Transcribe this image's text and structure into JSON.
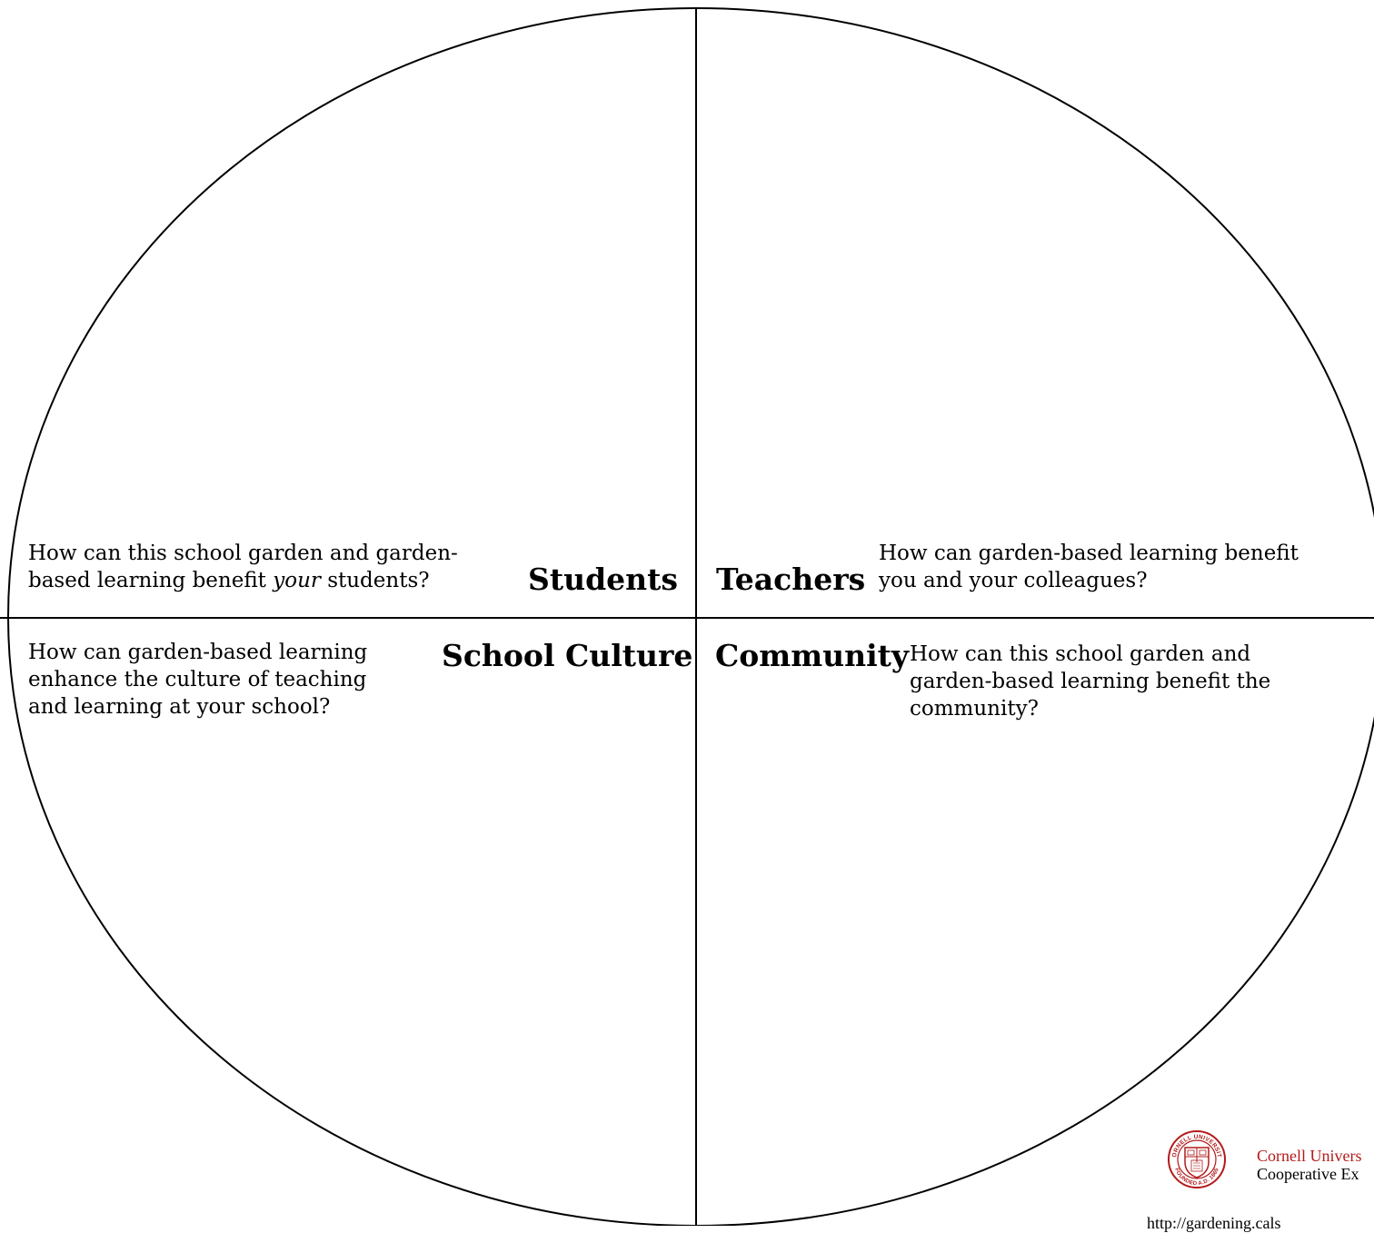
{
  "quadrants": {
    "students": {
      "heading": "Students",
      "question_before": "How can this school garden and garden-based learning benefit ",
      "question_emphasis": "your",
      "question_after": " students?"
    },
    "teachers": {
      "heading": "Teachers",
      "question": "How can garden-based learning benefit you and your colleagues?"
    },
    "school_culture": {
      "heading": "School Culture",
      "question": "How can garden-based learning enhance the culture of teaching and learning at your school?"
    },
    "community": {
      "heading": "Community",
      "question": "How can this school garden and garden-based learning benefit the community?"
    }
  },
  "logo": {
    "line1": "Cornell Univers",
    "line2": "Cooperative Ex",
    "seal_text_top": "CORNELL UNIVERSITY",
    "seal_text_bottom": "FOUNDED A.D. 1865",
    "color": "#b31b1b"
  },
  "footer": {
    "url_fragment": "http://gardening.cals"
  }
}
